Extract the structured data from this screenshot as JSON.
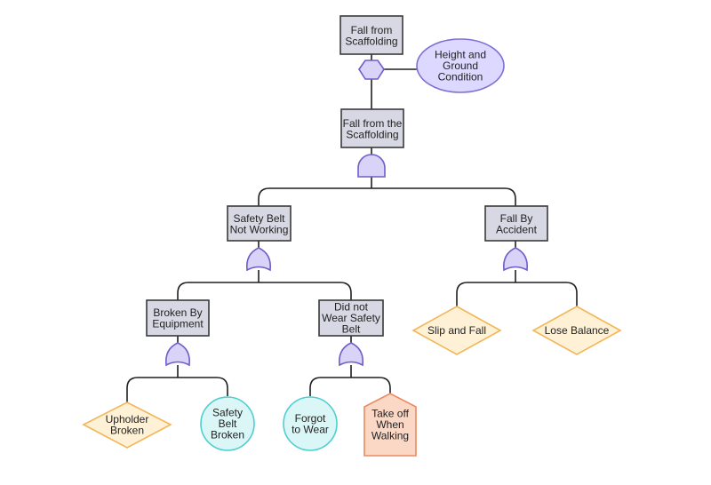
{
  "colors": {
    "event_fill": "#d7d8e3",
    "event_stroke": "#3a3a3a",
    "gate_fill": "#d8d3f7",
    "gate_stroke": "#6e5ec9",
    "condition_fill": "#ddd8ff",
    "condition_stroke": "#7e6fd3",
    "undeveloped_fill": "#fff1d6",
    "undeveloped_stroke": "#f2b657",
    "basic_fill": "#dbf6f6",
    "basic_stroke": "#4fcfcf",
    "house_fill": "#fbd8c6",
    "house_stroke": "#ea8a61",
    "wire": "#1f1f1f"
  },
  "nodes": {
    "top_event": [
      "Fall from",
      "Scaffolding"
    ],
    "condition": [
      "Height and",
      "Ground",
      "Condition"
    ],
    "fall_from_scaffolding": [
      "Fall from the",
      "Scaffolding"
    ],
    "safety_belt_not_working": [
      "Safety Belt",
      "Not Working"
    ],
    "fall_by_accident": [
      "Fall By",
      "Accident"
    ],
    "broken_by_equipment": [
      "Broken By",
      "Equipment"
    ],
    "did_not_wear_safety_belt": [
      "Did not",
      "Wear Safety",
      "Belt"
    ],
    "slip_and_fall": [
      "Slip and Fall"
    ],
    "lose_balance": [
      "Lose Balance"
    ],
    "upholder_broken": [
      "Upholder",
      "Broken"
    ],
    "safety_belt_broken": [
      "Safety",
      "Belt",
      "Broken"
    ],
    "forgot_to_wear": [
      "Forgot",
      "to Wear"
    ],
    "take_off_when_walking": [
      "Take off",
      "When",
      "Walking"
    ]
  },
  "gates": {
    "inhibit": "inhibit-gate",
    "and_main": "and-gate",
    "or_belt": "or-gate",
    "or_accident": "or-gate",
    "or_equipment": "or-gate",
    "or_wear": "or-gate"
  }
}
